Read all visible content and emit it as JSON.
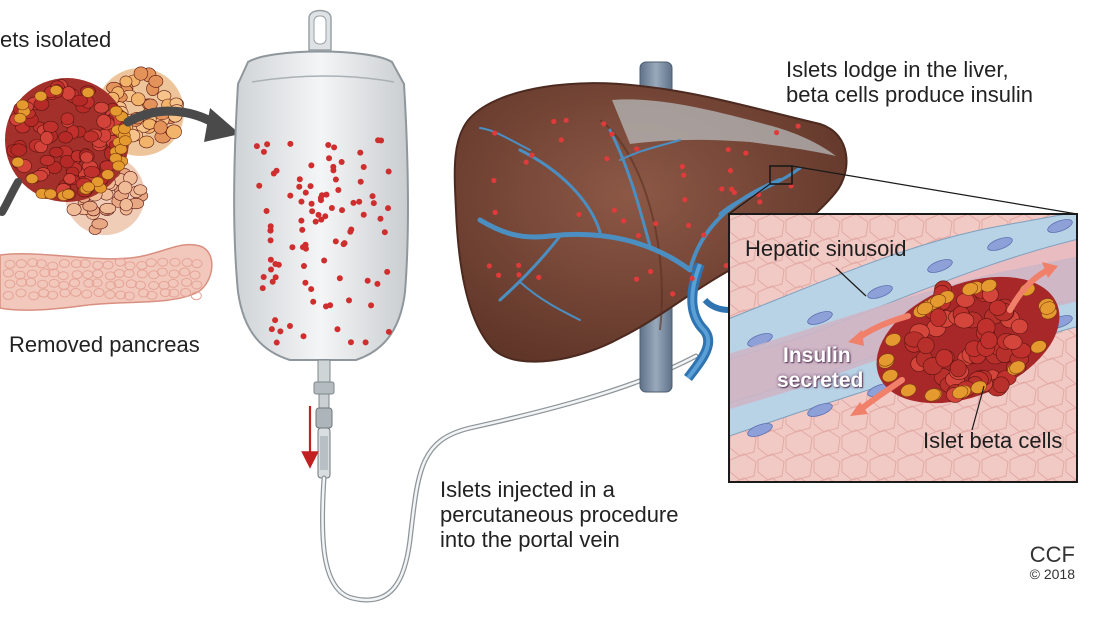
{
  "labels": {
    "islets_isolated": "ets isolated",
    "removed_pancreas": "Removed pancreas",
    "liver_line1": "Islets lodge in the liver,",
    "liver_line2": "beta cells produce insulin",
    "injected_line1": "Islets injected in a",
    "injected_line2": "percutaneous procedure",
    "injected_line3": "into the portal vein",
    "hepatic_sinusoid": "Hepatic sinusoid",
    "insulin_line1": "Insulin",
    "insulin_line2": "secreted",
    "islet_beta_cells": "Islet beta cells"
  },
  "credit": {
    "org": "CCF",
    "year": "© 2018"
  },
  "colors": {
    "liver": "#7a4a3a",
    "vessel": "#4a8ec0",
    "islet_red": "#c0302c",
    "islet_orange": "#e59a30",
    "pancreas": "#f2c7bb",
    "arrow_dark": "#4a4a4a",
    "insulin_arrow": "#f0806a",
    "inset_bg": "#f1c9c5"
  }
}
